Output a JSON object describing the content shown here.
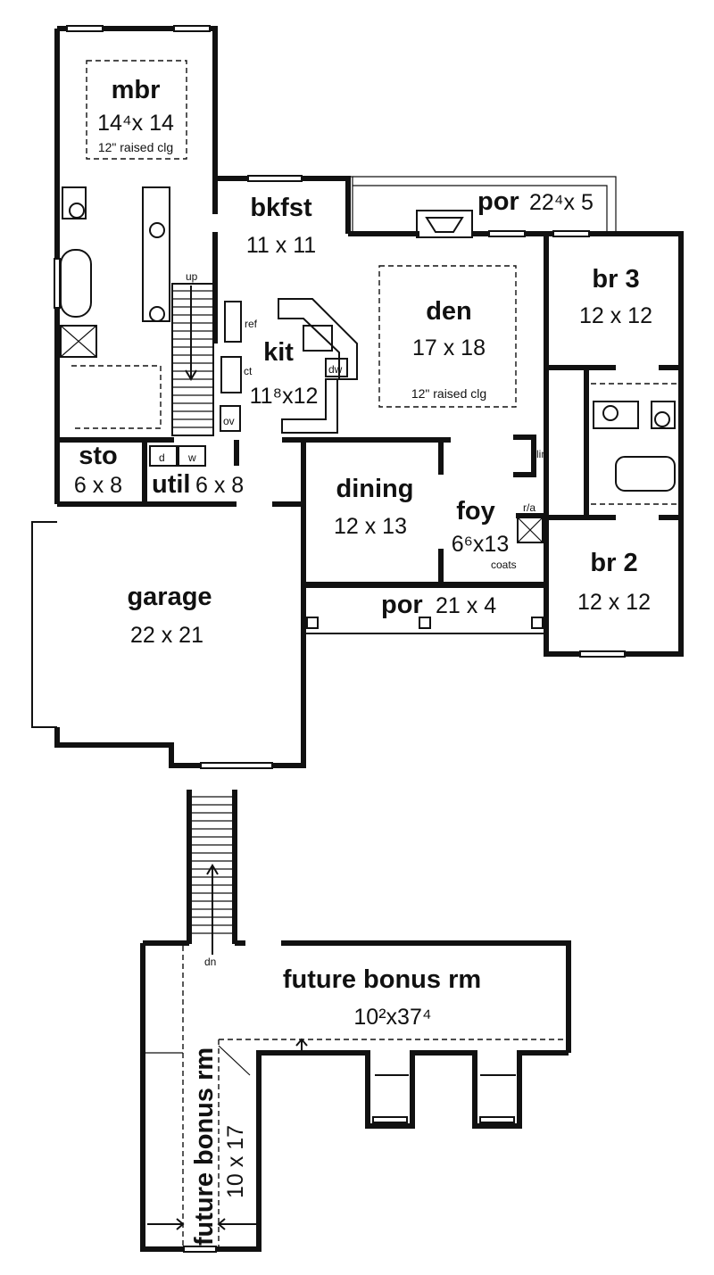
{
  "plan": {
    "rooms": {
      "mbr": {
        "name": "mbr",
        "dim": "14⁴x 14",
        "note": "12\" raised clg"
      },
      "bkfst": {
        "name": "bkfst",
        "dim": "11 x 11"
      },
      "porch_rear": {
        "name": "por",
        "dim": "22⁴x 5"
      },
      "den": {
        "name": "den",
        "dim": "17 x 18",
        "note": "12\" raised clg"
      },
      "br3": {
        "name": "br 3",
        "dim": "12 x 12"
      },
      "kit": {
        "name": "kit",
        "dim": "11⁸x12"
      },
      "sto": {
        "name": "sto",
        "dim": "6 x 8"
      },
      "util": {
        "name": "util",
        "dim": "6 x 8"
      },
      "dining": {
        "name": "dining",
        "dim": "12 x 13"
      },
      "foy": {
        "name": "foy",
        "dim": "6⁶x13"
      },
      "br2": {
        "name": "br 2",
        "dim": "12 x 12"
      },
      "porch_front": {
        "name": "por",
        "dim": "21 x 4"
      },
      "garage": {
        "name": "garage",
        "dim": "22 x 21"
      },
      "bonus_main": {
        "name": "future bonus rm",
        "dim": "10²x37⁴"
      },
      "bonus_side": {
        "name": "future bonus rm",
        "dim": "10 x 17"
      }
    },
    "labels": {
      "up": "up",
      "dn": "dn",
      "ref": "ref",
      "ct": "ct",
      "ov": "ov",
      "dw": "dw",
      "lin": "lin",
      "ra": "r/a",
      "coats": "coats",
      "d": "d",
      "w": "w"
    }
  }
}
